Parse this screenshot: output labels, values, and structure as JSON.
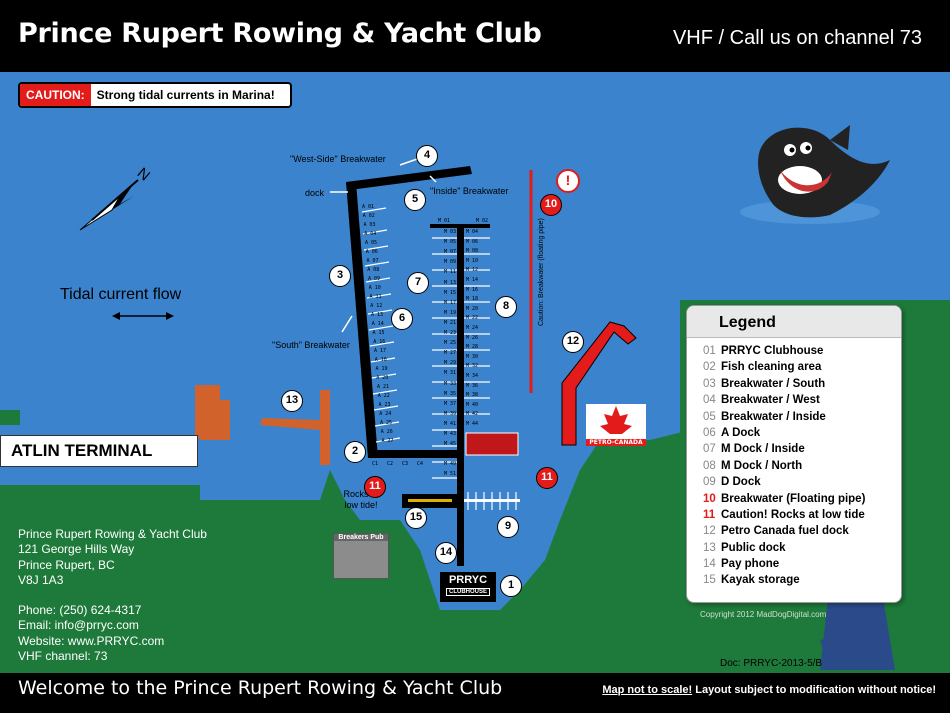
{
  "header": {
    "title": "Prince Rupert Rowing & Yacht Club",
    "vhf": "VHF / Call us on channel 73"
  },
  "caution": {
    "tag": "CAUTION:",
    "message": "Strong tidal currents in Marina!"
  },
  "map_labels": {
    "west_breakwater": "\"West-Side\" Breakwater",
    "inside_breakwater": "\"Inside\" Breakwater",
    "south_breakwater": "\"South\" Breakwater",
    "dock": "dock",
    "floating_pipe": "Caution: Breakwater (floating pipe)",
    "rocks": "Rocks at low tide!",
    "tidal_flow": "Tidal current flow",
    "atlin": "ATLIN TERMINAL",
    "pub": "Breakers Pub",
    "clubhouse": "PRRYC",
    "clubhouse_sub": "CLUBHOUSE",
    "petro": "PETRO-CANADA",
    "compass": "N"
  },
  "markers": [
    "1",
    "2",
    "3",
    "4",
    "5",
    "6",
    "7",
    "8",
    "9",
    "10",
    "11",
    "12",
    "13",
    "14",
    "15"
  ],
  "a_dock": [
    "A 01",
    "A 02",
    "A 03",
    "A 04",
    "A 05",
    "A 06",
    "A 07",
    "A 08",
    "A 09",
    "A 10",
    "A 11",
    "A 12",
    "A 13",
    "A 14",
    "A 15",
    "A 16",
    "A 17",
    "A 18",
    "A 19",
    "A 20",
    "A 21",
    "A 22",
    "A 23",
    "A 24",
    "A 25",
    "A 26",
    "A 27"
  ],
  "m_left": [
    "M 01",
    "M 03",
    "M 05",
    "M 07",
    "M 09",
    "M 11",
    "M 13",
    "M 15",
    "M 17",
    "M 19",
    "M 21",
    "M 23",
    "M 25",
    "M 27",
    "M 29",
    "M 31",
    "M 33",
    "M 35",
    "M 37",
    "M 39",
    "M 41",
    "M 43",
    "M 45",
    "M 47",
    "M 49",
    "M 51"
  ],
  "m_right": [
    "M 02",
    "M 04",
    "M 06",
    "M 08",
    "M 10",
    "M 12",
    "M 14",
    "M 16",
    "M 18",
    "M 20",
    "M 22",
    "M 24",
    "M 26",
    "M 28",
    "M 30",
    "M 32",
    "M 34",
    "M 36",
    "M 38",
    "M 40",
    "M 42",
    "M 44"
  ],
  "c_dock": [
    "C1",
    "C2",
    "C3",
    "C4"
  ],
  "address": {
    "name": "Prince Rupert Rowing & Yacht Club",
    "street": "121 George Hills Way",
    "city": "Prince Rupert, BC",
    "postal": "V8J 1A3",
    "phone": "Phone: (250) 624-4317",
    "email": "Email: info@prryc.com",
    "website": "Website: www.PRRYC.com",
    "vhf": "VHF channel:  73"
  },
  "legend": {
    "title": "Legend",
    "items": [
      {
        "n": "01",
        "label": "PRRYC Clubhouse"
      },
      {
        "n": "02",
        "label": "Fish cleaning area"
      },
      {
        "n": "03",
        "label": "Breakwater / South"
      },
      {
        "n": "04",
        "label": "Breakwater / West"
      },
      {
        "n": "05",
        "label": "Breakwater / Inside"
      },
      {
        "n": "06",
        "label": "A Dock"
      },
      {
        "n": "07",
        "label": "M Dock / Inside"
      },
      {
        "n": "08",
        "label": "M Dock / North"
      },
      {
        "n": "09",
        "label": "D Dock"
      },
      {
        "n": "10",
        "label": "Breakwater (Floating pipe)"
      },
      {
        "n": "11",
        "label": "Caution! Rocks at low tide"
      },
      {
        "n": "12",
        "label": "Petro Canada fuel dock"
      },
      {
        "n": "13",
        "label": "Public dock"
      },
      {
        "n": "14",
        "label": "Pay phone"
      },
      {
        "n": "15",
        "label": "Kayak storage"
      }
    ]
  },
  "copyright": "Copyright 2012 MadDogDigital.com",
  "doc_ref": "Doc: PRRYC-2013-5/B",
  "footer": {
    "welcome": "Welcome to the Prince Rupert Rowing & Yacht Club",
    "scale": "Map not to scale!",
    "rest": " Layout subject to modification without notice!"
  },
  "colors": {
    "water": "#3b83cc",
    "land": "#1e7a3a",
    "accent": "#e31b1b",
    "dock": "#000000",
    "pier": "#d2622c"
  }
}
